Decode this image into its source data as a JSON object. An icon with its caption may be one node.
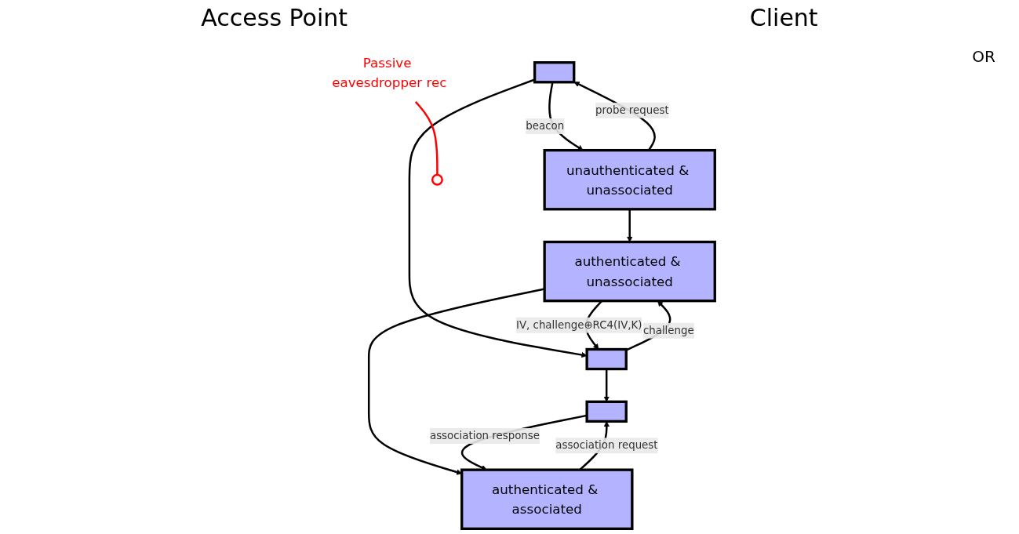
{
  "diagram": {
    "nodes": [
      {
        "text": [],
        "shape": "box"
      },
      {
        "text": [
          "unauthenticated & unassociated"
        ]
      },
      {
        "text": [],
        "shape": "box"
      },
      {
        "text": [
          "authenticated & unassociated"
        ]
      },
      {
        "text": [],
        "shape": "ellipse"
      },
      {
        "text": [],
        "shape": "box"
      },
      {
        "text": [
          "authenticated & associated"
        ]
      },
      {
        "text": [
          "Passive eavesdropper rec"
        ]
      }
    ],
    "edges": [
      {
        "from": 0,
        "to": 1,
        "arrow": "to",
        "label": "beacon"
      },
      {
        "from": 1,
        "to": 0,
        "arrow": "to",
        "label": "probe request"
      },
      {
        "from": 0,
        "to": 2,
        "arrow": "to"
      },
      {
        "from": 1,
        "to": 3,
        "arrow": "to"
      },
      {
        "from": 2,
        "to": 3,
        "arrow": "to",
        "label": "challenge"
      },
      {
        "from": 3,
        "to": 2,
        "arrow": "to",
        "label": "IV, challenge⊕RC4(IV,K)"
      },
      {
        "from": 3,
        "to": 6,
        "arrow": "to"
      },
      {
        "from": 2,
        "to": 5,
        "arrow": "to"
      },
      {
        "from": 6,
        "to": 5,
        "arrow": "to",
        "label": "association request"
      },
      {
        "from": 5,
        "to": 6,
        "arrow": "to",
        "label": "association response"
      },
      {
        "from": 7,
        "to": 4,
        "arrow": "none",
        "color": "#ff0000"
      }
    ],
    "labels": [
      "Access Point",
      "Client",
      "OR"
    ]
  }
}
